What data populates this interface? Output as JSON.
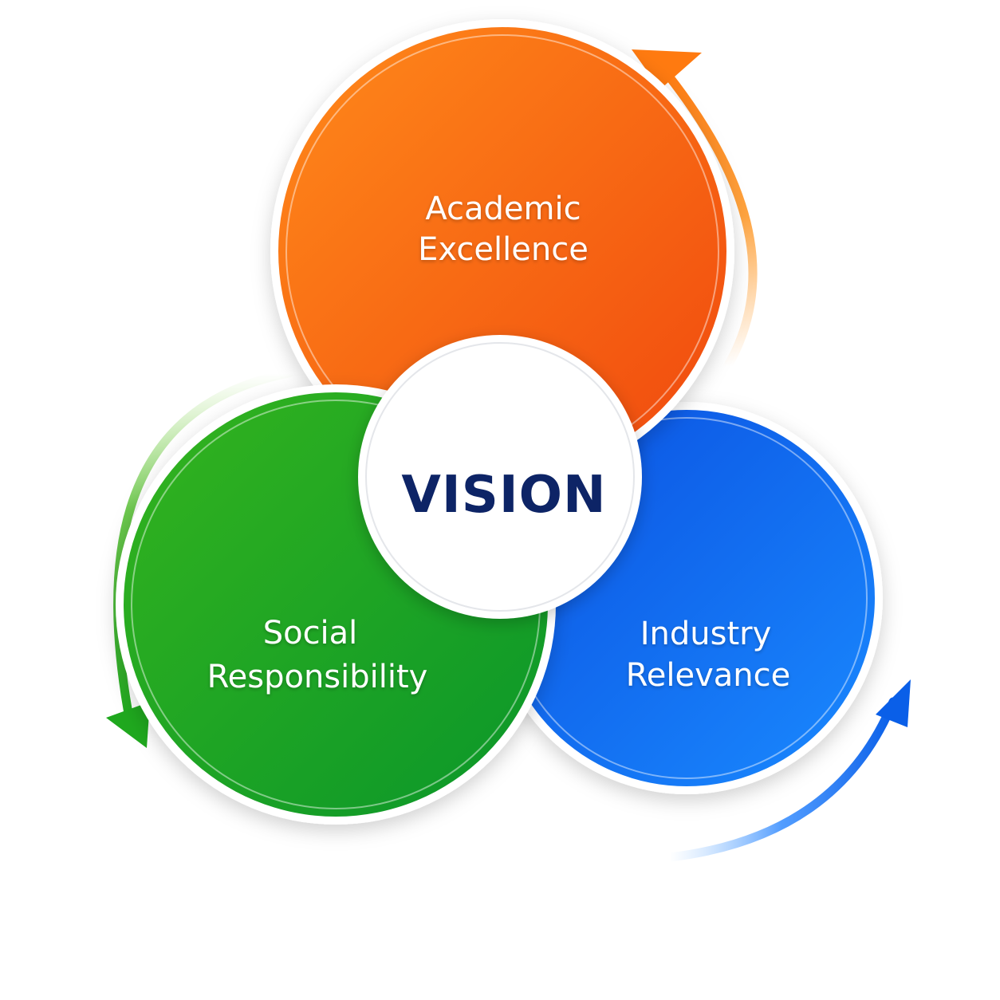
{
  "center": {
    "label": "VISION"
  },
  "circles": [
    {
      "id": "academic",
      "line1": "Academic",
      "line2": "Excellence"
    },
    {
      "id": "social",
      "line1": "Social",
      "line2": "Responsibility"
    },
    {
      "id": "industry",
      "line1": "Industry",
      "line2": "Relevance"
    }
  ],
  "colors": {
    "orange_light": "#ff8a1a",
    "orange_dark": "#f0480e",
    "green_light": "#34b41e",
    "green_dark": "#0a962a",
    "blue_light": "#0a4fe0",
    "blue_dark": "#1a8aff",
    "vision_text": "#0d2466",
    "center_fill": "#ffffff"
  },
  "icons": {
    "top_right_arrow": "curved-arrow-up-icon",
    "left_arrow": "curved-arrow-down-icon",
    "bottom_right_arrow": "curved-arrow-up-right-icon"
  }
}
